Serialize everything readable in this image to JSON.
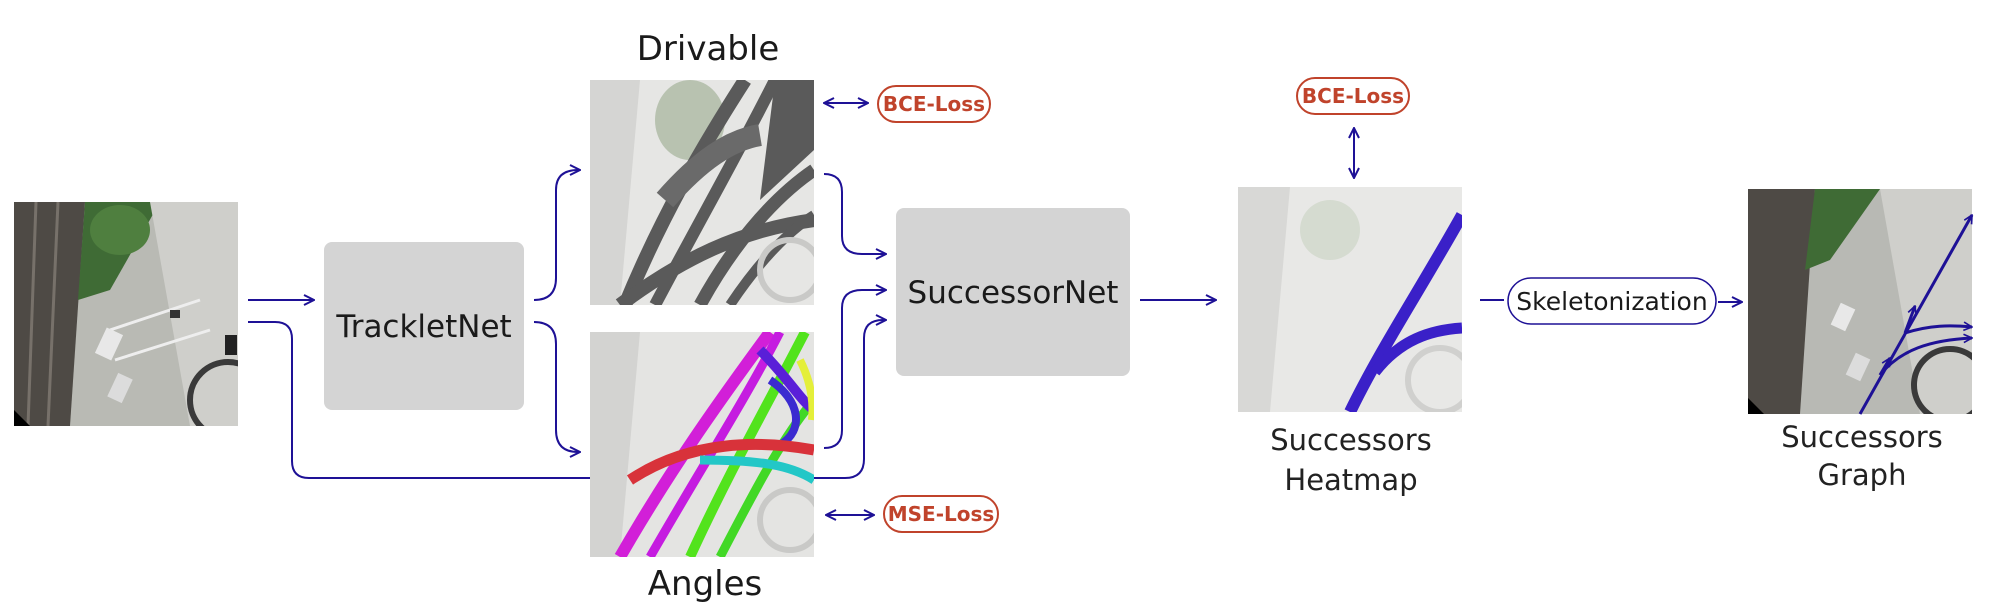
{
  "colors": {
    "arrow": "#1e1196",
    "loss": "#c0432b",
    "block": "#d4d4d4",
    "road": "#5a5a5a"
  },
  "labels": {
    "drivable": "Drivable",
    "angles": "Angles",
    "trackletnet": "TrackletNet",
    "successornet": "SuccessorNet",
    "bce_loss_top": "BCE-Loss",
    "bce_loss_mid": "BCE-Loss",
    "mse_loss": "MSE-Loss",
    "skeletonization": "Skeletonization",
    "heatmap_line1": "Successors",
    "heatmap_line2": "Heatmap",
    "graph_line1": "Successors",
    "graph_line2": "Graph"
  },
  "images": {
    "input": "aerial-input-image",
    "drivable": "drivable-prediction-image",
    "angles": "angles-prediction-image",
    "heatmap": "successors-heatmap-image",
    "graph": "successors-graph-image"
  }
}
